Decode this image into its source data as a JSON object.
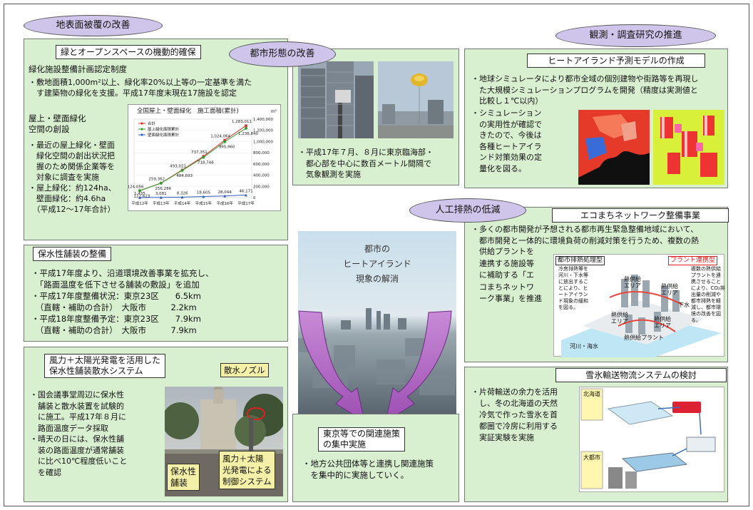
{
  "ovals": {
    "land": "地表面被覆の改善",
    "urban": "都市形態の改善",
    "research": "観測・調査研究の推進",
    "exhaust": "人工排熱の低減"
  },
  "green": {
    "header": "緑とオープンスペースの機動的確保",
    "system_title": "緑化施設整備計画認定制度",
    "bullet1": "・敷地面積1,000m²以上、緑化率20%以上等の一定基準を満た\n　す建築物の緑化を支援。平成17年度末現在17施設を認定",
    "roof_title": "屋上・壁面緑化\n空間の創設",
    "roof_body": "・最近の屋上緑化・壁面\n　緑化空間の創出状況把\n　握のため関係企業等を\n　対象に調査を実施\n・屋上緑化：約124ha、\n　壁面緑化：約4.6ha\n　（平成12～17年合計）"
  },
  "chart_data": {
    "type": "line",
    "title": "全国屋上・壁面緑化　施工面積(累計)",
    "unit": "m²",
    "categories": [
      "平成12年",
      "平成13年",
      "平成14年",
      "平成15年",
      "平成16年",
      "平成17年"
    ],
    "ylim": [
      0,
      1400000
    ],
    "yticks": [
      "0",
      "200,000",
      "400,000",
      "600,000",
      "800,000",
      "1,000,000",
      "1,200,000",
      "1,400,000"
    ],
    "series": [
      {
        "name": "合計",
        "color": "#e03030",
        "values": [
          124056,
          259362,
          493021,
          737351,
          1024064,
          1283011
        ],
        "labels": [
          "124,056",
          "259,362",
          "493,021",
          "737,351",
          "1,024,064",
          "1,283,011"
        ]
      },
      {
        "name": "屋上緑化面積累計",
        "color": "#30a030",
        "values": [
          122623,
          256286,
          484693,
          718746,
          995960,
          1236840
        ],
        "labels": [
          "122,623",
          "256,286",
          "484,693",
          "718,746",
          "995,960",
          "1,236,840"
        ]
      },
      {
        "name": "壁面緑化面積累計",
        "color": "#3060c0",
        "values": [
          1435,
          3081,
          8326,
          18605,
          28044,
          46171
        ],
        "labels": [
          "1,435",
          "3,081",
          "8,326",
          "18,605",
          "28,044",
          "46,171"
        ]
      }
    ]
  },
  "pavement": {
    "header": "保水性舗装の整備",
    "body": "・平成17年度より、沿道環境改善事業を拡充し、\n　「路面温度を低下させる舗装の敷設」を追加\n・平成17年度整備状況：東京23区　　6.5km\n　（直轄・補助の合計）　大阪市　　　2.2km\n・平成18年度整備予定：東京23区　　7.9km\n　（直轄・補助の合計）　大阪市　　　7.9km"
  },
  "wind": {
    "header": "風力＋太陽光発電を活用した\n保水性舗装散水システム",
    "body": "・国会議事堂周辺に保水性\n　舗装と散水装置を試験的\n　に施工。平成17年８月に\n　路面温度データ採取\n・晴天の日には、保水性舗\n　装の路面温度が通常舗装\n　に比べ10℃程度低いこと\n　を確認",
    "nozzle": "散水ノズル",
    "paving": "保水性\n舗装",
    "control": "風力＋太陽\n光発電による\n制御システム"
  },
  "urban": {
    "body": "・平成17年７月、８月に東京臨海部・\n　都心部を中心に数百メートル間隔で\n　気象観測を実施"
  },
  "poster": {
    "title": "都市の\nヒートアイランド\n現象の解消"
  },
  "center": {
    "header": "東京等での関連施策\nの集中実施",
    "body": "・地方公共団体等と連携し関連施策\n　を集中的に実施していく。"
  },
  "model": {
    "header": "ヒートアイランド予測モデルの作成",
    "body1": "・地球シミュレータにより都市全域の個別建物や街路等を再現し\n　た大規模シミュレーションプログラムを開発（精度は実測値と\n　比較し１℃以内）",
    "body2": "・シミュレーション\n　の実用性が確認で\n　きたので、今後は\n　各種ヒートアイラ\n　ンド対策効果の定\n　量化を図る。"
  },
  "eco": {
    "header": "エコまちネットワーク整備事業",
    "body1": "・多くの都市開発が予想される都市再生緊急整備地域において、\n　都市開発と一体的に環境負荷の削減対策を行うため、複数の熱",
    "body2": "　供給プラントを\n　連携する施設等\n　に補助する「エ\n　コまちネットワ\n　ーク事業」を推進",
    "tag_left": "都市排熱処理型",
    "tag_right": "プラント連携型",
    "desc_left": "冷房排熱等を\n河川・下水等\nに放出するこ\nとにより、ヒ\nートアイラン\nド現象の緩和\nを図る。",
    "desc_right": "複数の熱供給\nプラントを連\n携させること\nにより、CO₂排\n出量の削減や\n都市排熱を軽\n減し、都市環\n境の改善を図\nる。",
    "area1": "熱供給\nエリア",
    "area2": "熱供給\nエリア",
    "area3": "熱供給\nエリア",
    "area4": "熱供給\nエリア",
    "plant": "熱供給プラント",
    "river": "河川・海水",
    "sewer": "下水"
  },
  "snow": {
    "header": "雪氷輸送物流システムの検討",
    "body": "・片荷輸送の余力を活用\n　し、冬の北海道の天然\n　冷気で作った雪氷を首\n　都圏で冷房に利用する\n　実証実験を実施",
    "hokkaido": "北海道",
    "tokyo": "大都市"
  }
}
